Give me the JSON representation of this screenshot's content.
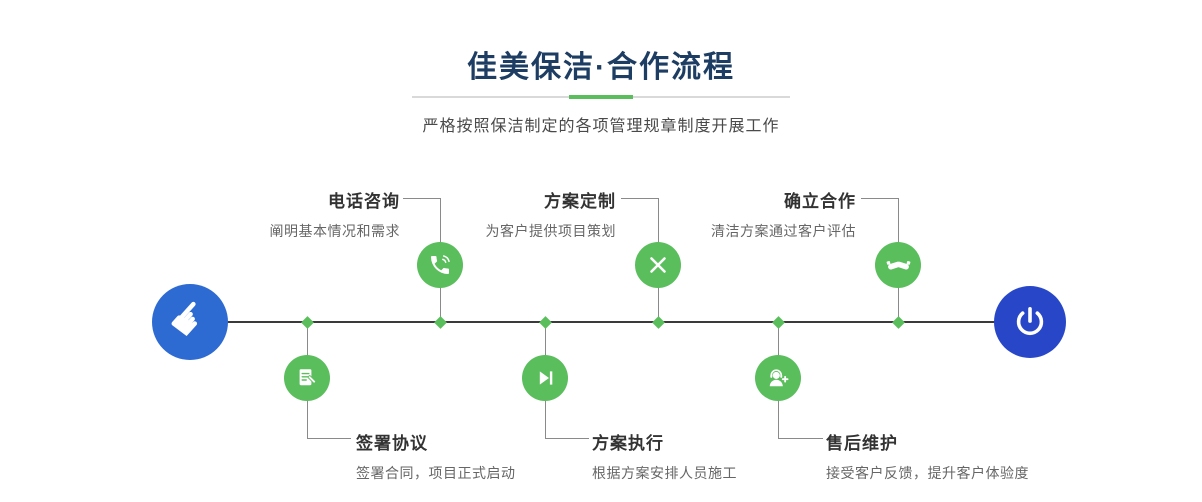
{
  "header": {
    "title": "佳美保洁·合作流程",
    "subtitle": "严格按照保洁制定的各项管理规章制度开展工作"
  },
  "flow": {
    "start": {
      "icon": "pointer-hand-icon",
      "glyph": "☛"
    },
    "end": {
      "icon": "power-icon"
    },
    "steps_top": [
      {
        "title": "电话咨询",
        "desc": "阐明基本情况和需求",
        "icon": "phone-icon"
      },
      {
        "title": "方案定制",
        "desc": "为客户提供项目策划",
        "icon": "design-pencils-icon"
      },
      {
        "title": "确立合作",
        "desc": "清洁方案通过客户评估",
        "icon": "handshake-icon"
      }
    ],
    "steps_bottom": [
      {
        "title": "签署协议",
        "desc": "签署合同，项目正式启动",
        "icon": "contract-icon"
      },
      {
        "title": "方案执行",
        "desc": "根据方案安排人员施工",
        "icon": "play-forward-icon"
      },
      {
        "title": "售后维护",
        "desc": "接受客户反馈，提升客户体验度",
        "icon": "headset-plus-icon"
      }
    ]
  },
  "colors": {
    "title_navy": "#1d3d63",
    "accent_green": "#5abe5c",
    "start_blue": "#2d6bd3",
    "end_blue": "#2847c8",
    "timeline_line": "#3a3a3a",
    "connector_line": "#8a8a8a",
    "step_title": "#333333",
    "step_desc": "#666666"
  }
}
